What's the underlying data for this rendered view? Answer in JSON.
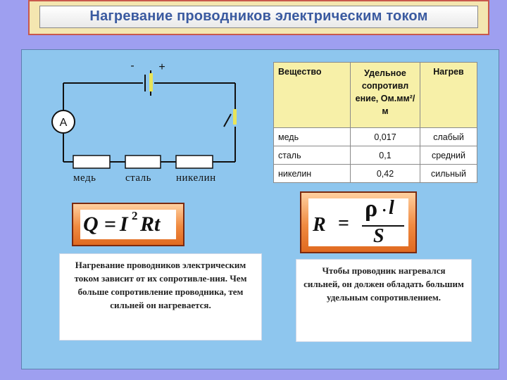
{
  "title": "Нагревание проводников электрическим током",
  "circuit": {
    "minus": "-",
    "plus": "+",
    "ammeter": "А",
    "resistors": [
      "медь",
      "сталь",
      "никелин"
    ]
  },
  "table": {
    "headers": [
      "Вещество",
      "Удельное сопротивл ение, Ом.мм²/м",
      "Нагрев"
    ],
    "rows": [
      [
        "медь",
        "0,017",
        "слабый"
      ],
      [
        "сталь",
        "0,1",
        "средний"
      ],
      [
        "никелин",
        "0,42",
        "сильный"
      ]
    ]
  },
  "formula1": {
    "Q": "Q",
    "eq": "=",
    "I": "I",
    "exp": "2",
    "Rt": "Rt"
  },
  "formula2": {
    "R": "R",
    "eq": "=",
    "rho": "ρ",
    "dot": "·",
    "l": "l",
    "S": "S"
  },
  "note_left": "Нагревание проводников электрическим током зависит от их сопротивле-ния. Чем больше сопротивление проводника, тем сильней он нагревается.",
  "note_right": "Чтобы проводник нагревался сильней, он должен обладать большим удельным сопротивлением."
}
